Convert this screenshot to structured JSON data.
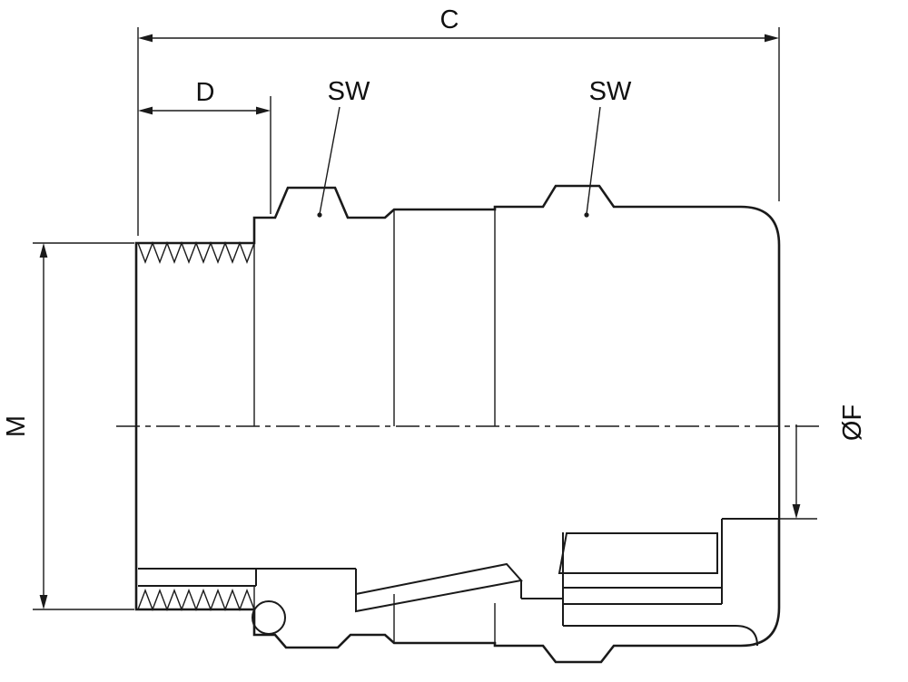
{
  "drawing": {
    "title": "Cable gland cross-section dimension drawing",
    "labels": {
      "c": "C",
      "d": "D",
      "sw_left": "SW",
      "sw_right": "SW",
      "m": "M",
      "f": "ØF"
    },
    "colors": {
      "body": "#d6dadb",
      "seal": "#9aa0a4",
      "oring": "#c6cccf",
      "cavity": "#ffffff",
      "line": "#1a1a1a",
      "background": "#ffffff"
    }
  }
}
